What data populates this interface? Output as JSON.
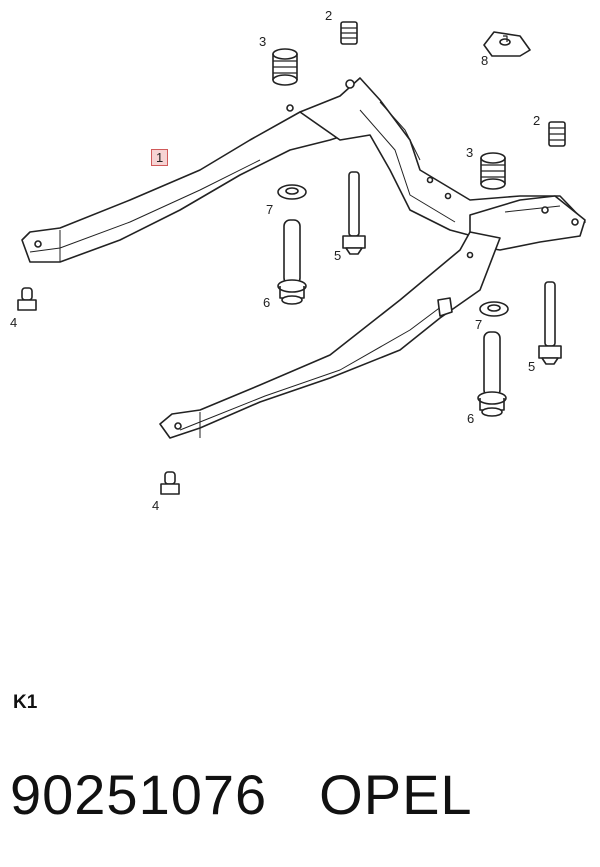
{
  "diagram": {
    "callouts": {
      "frame": "1",
      "bump_stop_a": "2",
      "bump_stop_b": "2",
      "spring_a": "3",
      "spring_b": "3",
      "fastener_left_a": "4",
      "fastener_left_b": "4",
      "bolt_long_a": "5",
      "bolt_long_b": "5",
      "bolt_flange_a": "6",
      "bolt_flange_b": "6",
      "washer_a": "7",
      "washer_b": "7",
      "mount_pad": "8"
    },
    "highlight_color": "#f6d3d3"
  },
  "footer": {
    "section": "K1",
    "part_number": "90251076",
    "brand": "OPEL"
  }
}
